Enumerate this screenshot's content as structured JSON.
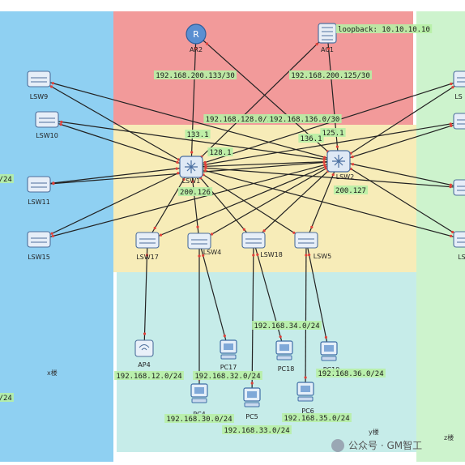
{
  "zones": [
    {
      "id": "x",
      "label": "x楼",
      "color": "#8fd0f2"
    },
    {
      "id": "core",
      "label": "",
      "color": "#f29a9a"
    },
    {
      "id": "agg",
      "label": "",
      "color": "#f7ecb8"
    },
    {
      "id": "y",
      "label": "y楼",
      "color": "#c6ece9"
    },
    {
      "id": "z",
      "label": "z楼",
      "color": "#cdf3cd"
    }
  ],
  "devices": [
    {
      "id": "AR2",
      "name": "AR2",
      "type": "router"
    },
    {
      "id": "AC1",
      "name": "AC1",
      "type": "ac"
    },
    {
      "id": "LSW1",
      "name": "LSW1",
      "type": "core-switch"
    },
    {
      "id": "LSW2",
      "name": "LSW2",
      "type": "core-switch"
    },
    {
      "id": "LSW9",
      "name": "LSW9",
      "type": "switch"
    },
    {
      "id": "LSW10",
      "name": "LSW10",
      "type": "switch"
    },
    {
      "id": "LSW11",
      "name": "LSW11",
      "type": "switch"
    },
    {
      "id": "LSW15",
      "name": "LSW15",
      "type": "switch"
    },
    {
      "id": "LSW17",
      "name": "LSW17",
      "type": "switch"
    },
    {
      "id": "LSW4",
      "name": "LSW4",
      "type": "switch"
    },
    {
      "id": "LSW18",
      "name": "LSW18",
      "type": "switch"
    },
    {
      "id": "LSW5",
      "name": "LSW5",
      "type": "switch"
    },
    {
      "id": "RSW1",
      "name": "LS",
      "type": "switch"
    },
    {
      "id": "RSW2",
      "name": "",
      "type": "switch"
    },
    {
      "id": "RSW3",
      "name": "",
      "type": "switch"
    },
    {
      "id": "RSW4",
      "name": "LS",
      "type": "switch"
    },
    {
      "id": "AP4",
      "name": "AP4",
      "type": "ap"
    },
    {
      "id": "PC17",
      "name": "PC17",
      "type": "pc"
    },
    {
      "id": "PC18",
      "name": "PC18",
      "type": "pc"
    },
    {
      "id": "PC19",
      "name": "PC19",
      "type": "pc"
    },
    {
      "id": "PC4",
      "name": "PC4",
      "type": "pc"
    },
    {
      "id": "PC5",
      "name": "PC5",
      "type": "pc"
    },
    {
      "id": "PC6",
      "name": "PC6",
      "type": "pc"
    }
  ],
  "links": [
    [
      "AR2",
      "LSW1"
    ],
    [
      "AR2",
      "LSW2"
    ],
    [
      "AC1",
      "LSW1"
    ],
    [
      "AC1",
      "LSW2"
    ],
    [
      "LSW1",
      "LSW2"
    ],
    [
      "LSW9",
      "LSW1"
    ],
    [
      "LSW9",
      "LSW2"
    ],
    [
      "LSW10",
      "LSW1"
    ],
    [
      "LSW10",
      "LSW2"
    ],
    [
      "LSW11",
      "LSW1"
    ],
    [
      "LSW11",
      "LSW2"
    ],
    [
      "LSW15",
      "LSW1"
    ],
    [
      "LSW15",
      "LSW2"
    ],
    [
      "LSW17",
      "LSW1"
    ],
    [
      "LSW17",
      "LSW2"
    ],
    [
      "LSW4",
      "LSW1"
    ],
    [
      "LSW4",
      "LSW2"
    ],
    [
      "LSW18",
      "LSW1"
    ],
    [
      "LSW18",
      "LSW2"
    ],
    [
      "LSW5",
      "LSW1"
    ],
    [
      "LSW5",
      "LSW2"
    ],
    [
      "RSW1",
      "LSW1"
    ],
    [
      "RSW1",
      "LSW2"
    ],
    [
      "RSW2",
      "LSW1"
    ],
    [
      "RSW2",
      "LSW2"
    ],
    [
      "RSW3",
      "LSW1"
    ],
    [
      "RSW3",
      "LSW2"
    ],
    [
      "RSW4",
      "LSW1"
    ],
    [
      "RSW4",
      "LSW2"
    ],
    [
      "LSW17",
      "AP4"
    ],
    [
      "LSW4",
      "PC17"
    ],
    [
      "LSW4",
      "PC4"
    ],
    [
      "LSW18",
      "PC18"
    ],
    [
      "LSW18",
      "PC5"
    ],
    [
      "LSW5",
      "PC19"
    ],
    [
      "LSW5",
      "PC6"
    ]
  ],
  "labels": [
    {
      "id": "loopback",
      "text": "loopback: 10.10.10.10"
    },
    {
      "id": "ar2-net",
      "text": "192.168.200.133/30"
    },
    {
      "id": "ac1-net",
      "text": "192.168.200.125/30"
    },
    {
      "id": "net-128",
      "text": "192.168.128.0/30"
    },
    {
      "id": "net-136",
      "text": "192.168.136.0/30"
    },
    {
      "id": "ip-133-1",
      "text": "133.1"
    },
    {
      "id": "ip-128-1",
      "text": "128.1"
    },
    {
      "id": "ip-200-126",
      "text": "200.126"
    },
    {
      "id": "ip-125-1",
      "text": "125.1"
    },
    {
      "id": "ip-136-1",
      "text": "136.1"
    },
    {
      "id": "ip-200-127",
      "text": "200.127"
    },
    {
      "id": "net-12",
      "text": "192.168.12.0/24"
    },
    {
      "id": "net-32",
      "text": "192.168.32.0/24"
    },
    {
      "id": "net-34",
      "text": "192.168.34.0/24"
    },
    {
      "id": "net-36",
      "text": "192.168.36.0/24"
    },
    {
      "id": "net-30",
      "text": "192.168.30.0/24"
    },
    {
      "id": "net-33",
      "text": "192.168.33.0/24"
    },
    {
      "id": "net-35",
      "text": "192.168.35.0/24"
    },
    {
      "id": "cut-24a",
      "text": "0/24"
    },
    {
      "id": "cut-24b",
      "text": "0/24"
    }
  ],
  "watermark": "公众号 · GM智工"
}
